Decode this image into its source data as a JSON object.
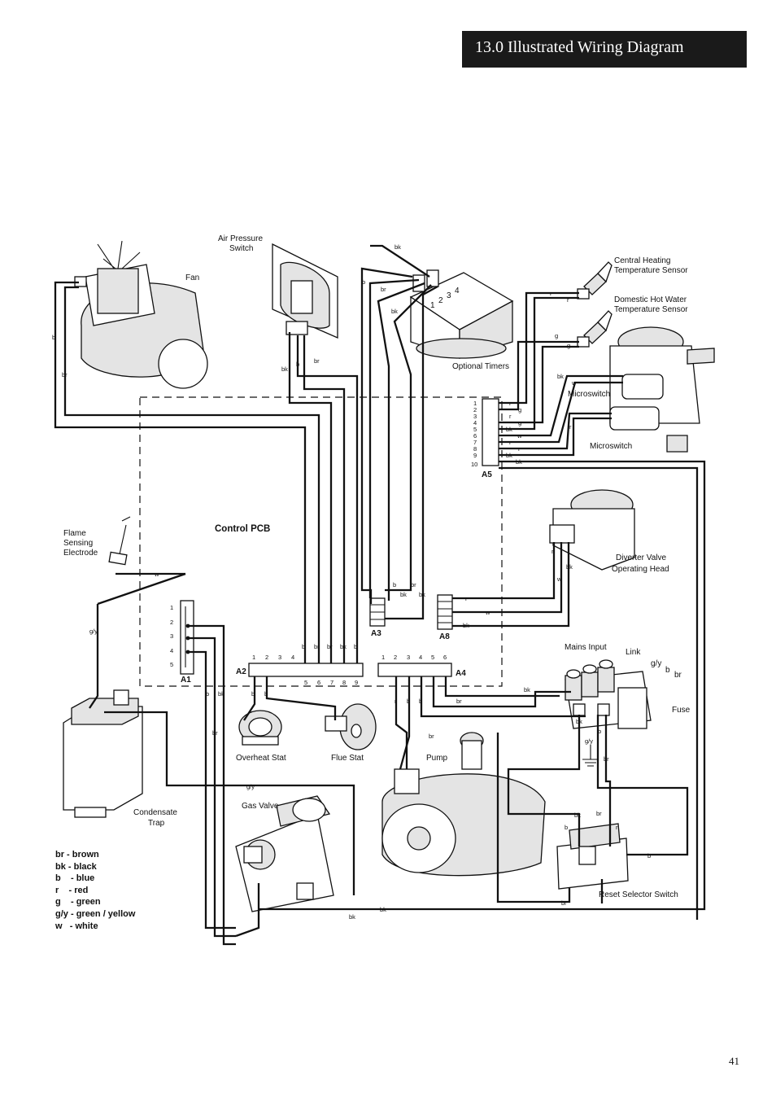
{
  "header": {
    "title": "13.0   Illustrated Wiring Diagram"
  },
  "page_number": "41",
  "labels": {
    "fan": "Fan",
    "air_pressure_switch": [
      "Air Pressure",
      "Switch"
    ],
    "optional_timers": "Optional Timers",
    "ch_sensor": [
      "Central Heating",
      "Temperature Sensor"
    ],
    "dhw_sensor": [
      "Domestic Hot Water",
      "Temperature Sensor"
    ],
    "microswitch": "Microswitch",
    "control_pcb": "Control PCB",
    "flame_electrode": [
      "Flame",
      "Sensing",
      "Electrode"
    ],
    "diverter_valve": [
      "Diverter Valve",
      "Operating Head"
    ],
    "mains_input": "Mains Input",
    "link": "Link",
    "fuse": "Fuse",
    "overheat_stat": "Overheat Stat",
    "flue_stat": "Flue Stat",
    "pump": "Pump",
    "condensate_trap": [
      "Condensate",
      "Trap"
    ],
    "gas_valve": "Gas Valve",
    "reset_switch": "Reset Selector Switch"
  },
  "connectors": {
    "a1": "A1",
    "a2": "A2",
    "a3": "A3",
    "a4": "A4",
    "a5": "A5",
    "a8": "A8"
  },
  "pins": {
    "a1": [
      "1",
      "2",
      "3",
      "4",
      "5"
    ],
    "a2_top": [
      "1",
      "2",
      "3",
      "4"
    ],
    "a2_bottom": [
      "5",
      "6",
      "7",
      "8",
      "9"
    ],
    "a4": [
      "1",
      "2",
      "3",
      "4",
      "5",
      "6"
    ],
    "a5": [
      "1",
      "2",
      "3",
      "4",
      "5",
      "6",
      "7",
      "8",
      "9",
      "10"
    ],
    "timer": [
      "1",
      "2",
      "3",
      "4"
    ]
  },
  "wire_codes": {
    "br": "br",
    "bk": "bk",
    "b": "b",
    "r": "r",
    "g": "g",
    "gy": "g/y",
    "w": "w"
  },
  "legend": [
    {
      "code": "br",
      "meaning": "brown"
    },
    {
      "code": "bk",
      "meaning": "black"
    },
    {
      "code": "b",
      "meaning": "blue"
    },
    {
      "code": "r",
      "meaning": "red"
    },
    {
      "code": "g",
      "meaning": "green"
    },
    {
      "code": "g/y",
      "meaning": "green / yellow"
    },
    {
      "code": "w",
      "meaning": "white"
    }
  ]
}
